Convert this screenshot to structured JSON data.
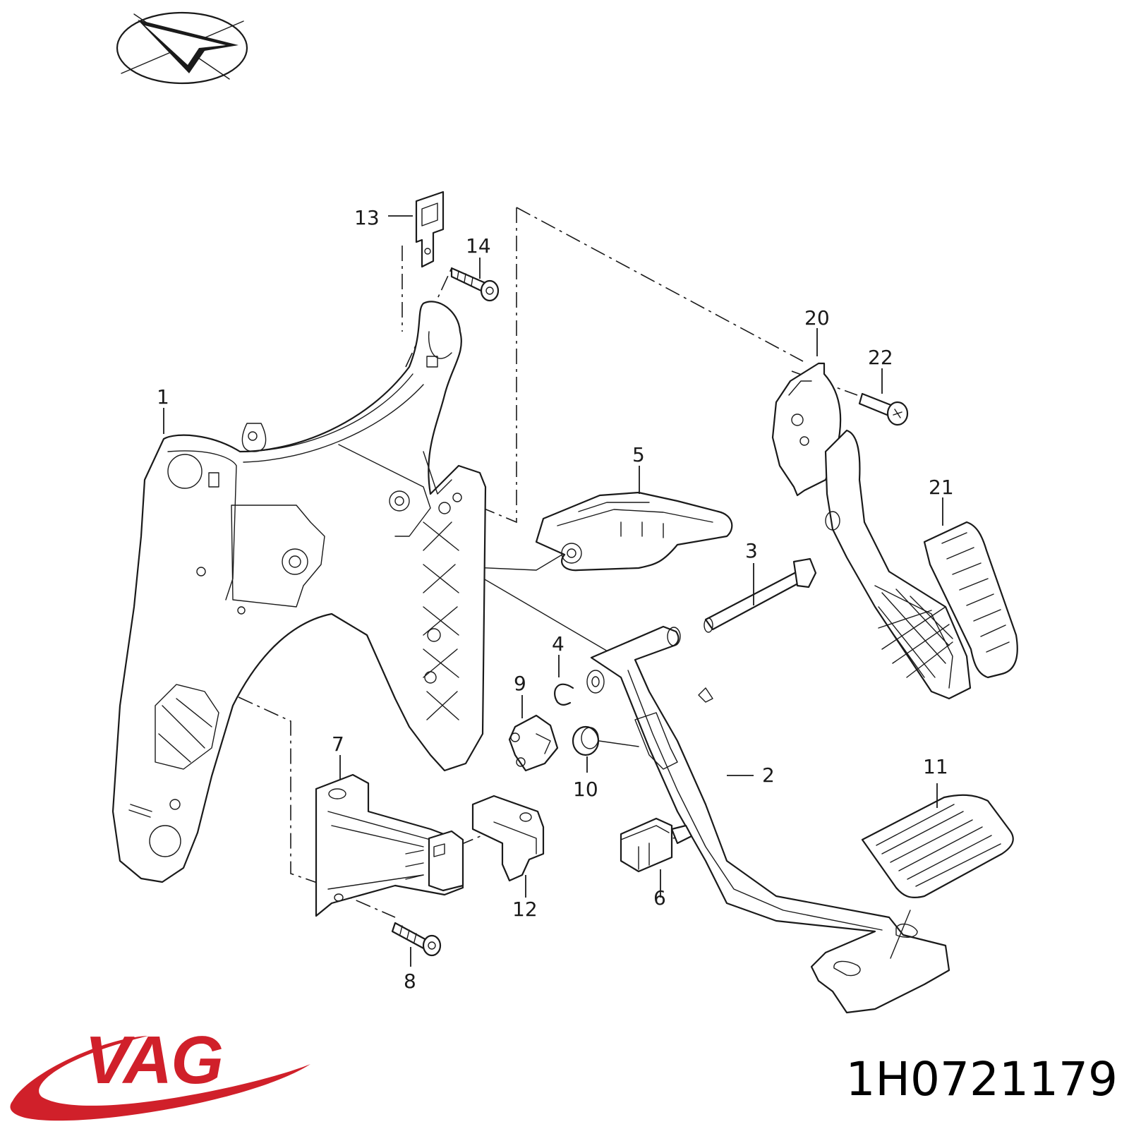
{
  "callouts": [
    {
      "id": "c1",
      "label": "1"
    },
    {
      "id": "c2",
      "label": "2"
    },
    {
      "id": "c3",
      "label": "3"
    },
    {
      "id": "c4",
      "label": "4"
    },
    {
      "id": "c5",
      "label": "5"
    },
    {
      "id": "c6",
      "label": "6"
    },
    {
      "id": "c7",
      "label": "7"
    },
    {
      "id": "c8",
      "label": "8"
    },
    {
      "id": "c9",
      "label": "9"
    },
    {
      "id": "c10",
      "label": "10"
    },
    {
      "id": "c11",
      "label": "11"
    },
    {
      "id": "c12",
      "label": "12"
    },
    {
      "id": "c13",
      "label": "13"
    },
    {
      "id": "c14",
      "label": "14"
    },
    {
      "id": "c20",
      "label": "20"
    },
    {
      "id": "c21",
      "label": "21"
    },
    {
      "id": "c22",
      "label": "22"
    }
  ],
  "brand": {
    "logo_text": "VAG",
    "logo_color": "#d0202a"
  },
  "part_number": "1H0721179"
}
